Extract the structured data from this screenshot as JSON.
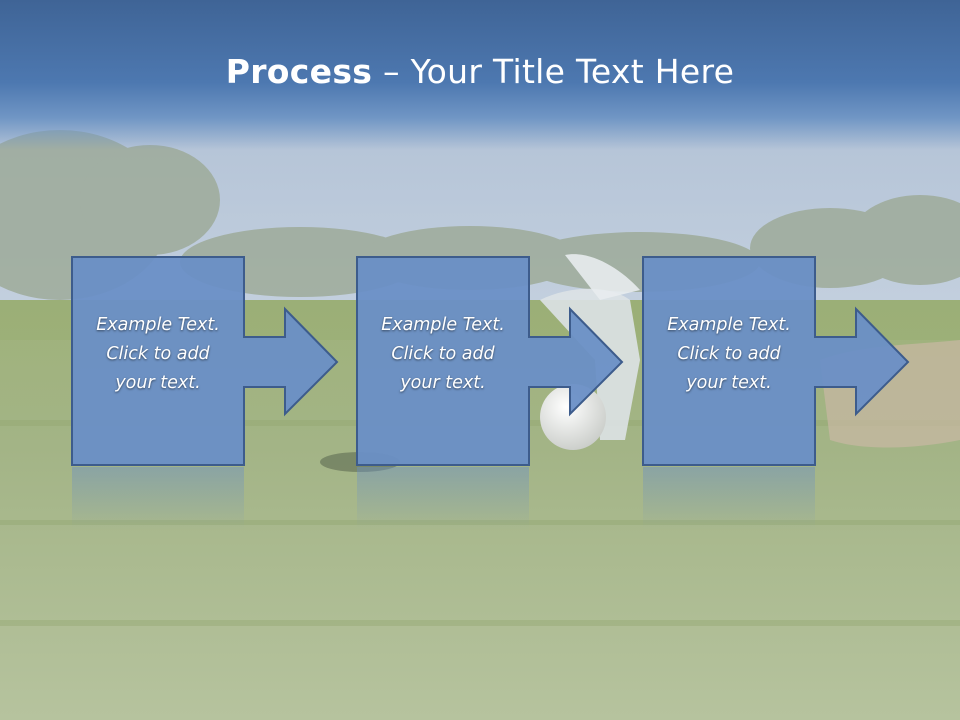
{
  "slide": {
    "title_bold": "Process",
    "title_rest": " – Your Title Text Here"
  },
  "steps": [
    {
      "line1": "Example Text.",
      "line2": "Click  to add",
      "line3": "your text."
    },
    {
      "line1": "Example Text.",
      "line2": "Click  to add",
      "line3": "your text."
    },
    {
      "line1": "Example Text.",
      "line2": "Click  to add",
      "line3": "your text."
    }
  ],
  "colors": {
    "title_band": "#4d78b0",
    "box_fill": "#6a8fc6",
    "box_border": "#3d5c8c",
    "grass": "#a9b98a",
    "sky": "#c9d6e4"
  }
}
